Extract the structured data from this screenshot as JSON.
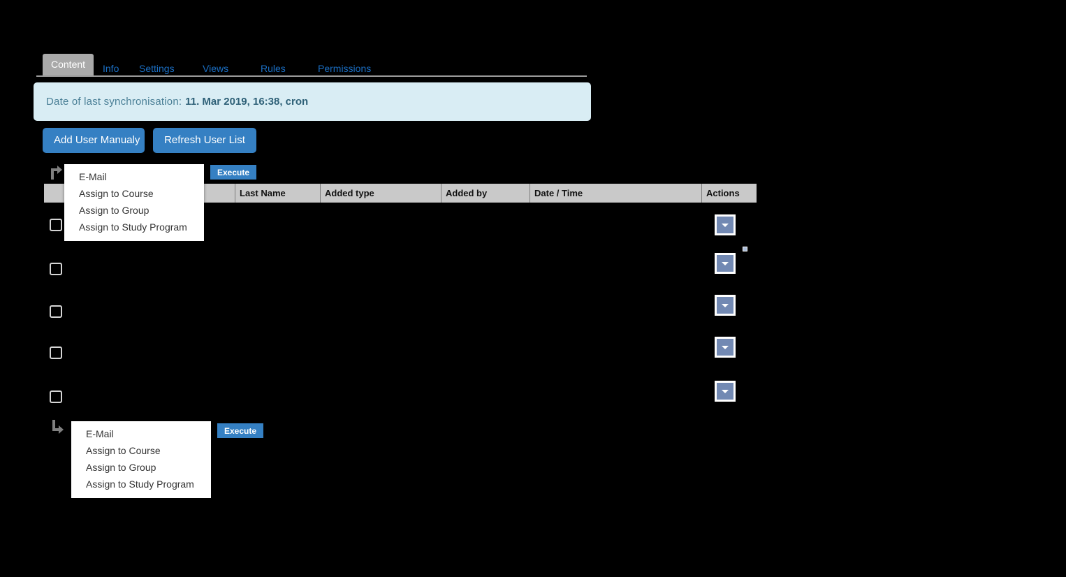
{
  "tabs": [
    {
      "label": "Content",
      "active": true
    },
    {
      "label": "Info",
      "active": false
    },
    {
      "label": "Settings",
      "active": false
    },
    {
      "label": "Views",
      "active": false
    },
    {
      "label": "Rules",
      "active": false
    },
    {
      "label": "Permissions",
      "active": false
    }
  ],
  "banner": {
    "label": "Date of last synchronisation:",
    "value": "11. Mar 2019, 16:38, cron",
    "background": "#d9edf4",
    "text_color": "#4a7f96"
  },
  "toolbar": {
    "add_user_label": "Add User Manualy",
    "refresh_label": "Refresh User List",
    "button_color": "#3580c3"
  },
  "bulk_actions_top": {
    "execute_label": "Execute",
    "arrow_icon": "arrow-turn-up-right-icon",
    "menu_items": [
      "E-Mail",
      "Assign to Course",
      "Assign to Group",
      "Assign to Study Program"
    ]
  },
  "bulk_actions_bottom": {
    "execute_label": "Execute",
    "arrow_icon": "arrow-turn-down-right-icon",
    "menu_items": [
      "E-Mail",
      "Assign to Course",
      "Assign to Group",
      "Assign to Study Program"
    ]
  },
  "table": {
    "header_background": "#c9c9c9",
    "columns": [
      {
        "key": "check",
        "label": ""
      },
      {
        "key": "first",
        "label": ""
      },
      {
        "key": "user",
        "label": ""
      },
      {
        "key": "last",
        "label": "Last Name"
      },
      {
        "key": "type",
        "label": "Added type"
      },
      {
        "key": "by",
        "label": "Added by"
      },
      {
        "key": "date",
        "label": "Date / Time"
      },
      {
        "key": "act",
        "label": "Actions"
      }
    ],
    "rows": [
      {
        "checked": false,
        "first": "",
        "user": "",
        "last": "",
        "type": "",
        "by": "",
        "date": ""
      },
      {
        "checked": false,
        "first": "",
        "user": "",
        "last": "",
        "type": "",
        "by": "",
        "date": ""
      },
      {
        "checked": false,
        "first": "",
        "user": "",
        "last": "",
        "type": "",
        "by": "",
        "date": ""
      },
      {
        "checked": false,
        "first": "",
        "user": "",
        "last": "",
        "type": "",
        "by": "",
        "date": ""
      },
      {
        "checked": false,
        "first": "",
        "user": "",
        "last": "",
        "type": "",
        "by": "",
        "date": ""
      }
    ],
    "action_button_color": "#7289b3",
    "action_button_icon": "chevron-down-icon"
  }
}
